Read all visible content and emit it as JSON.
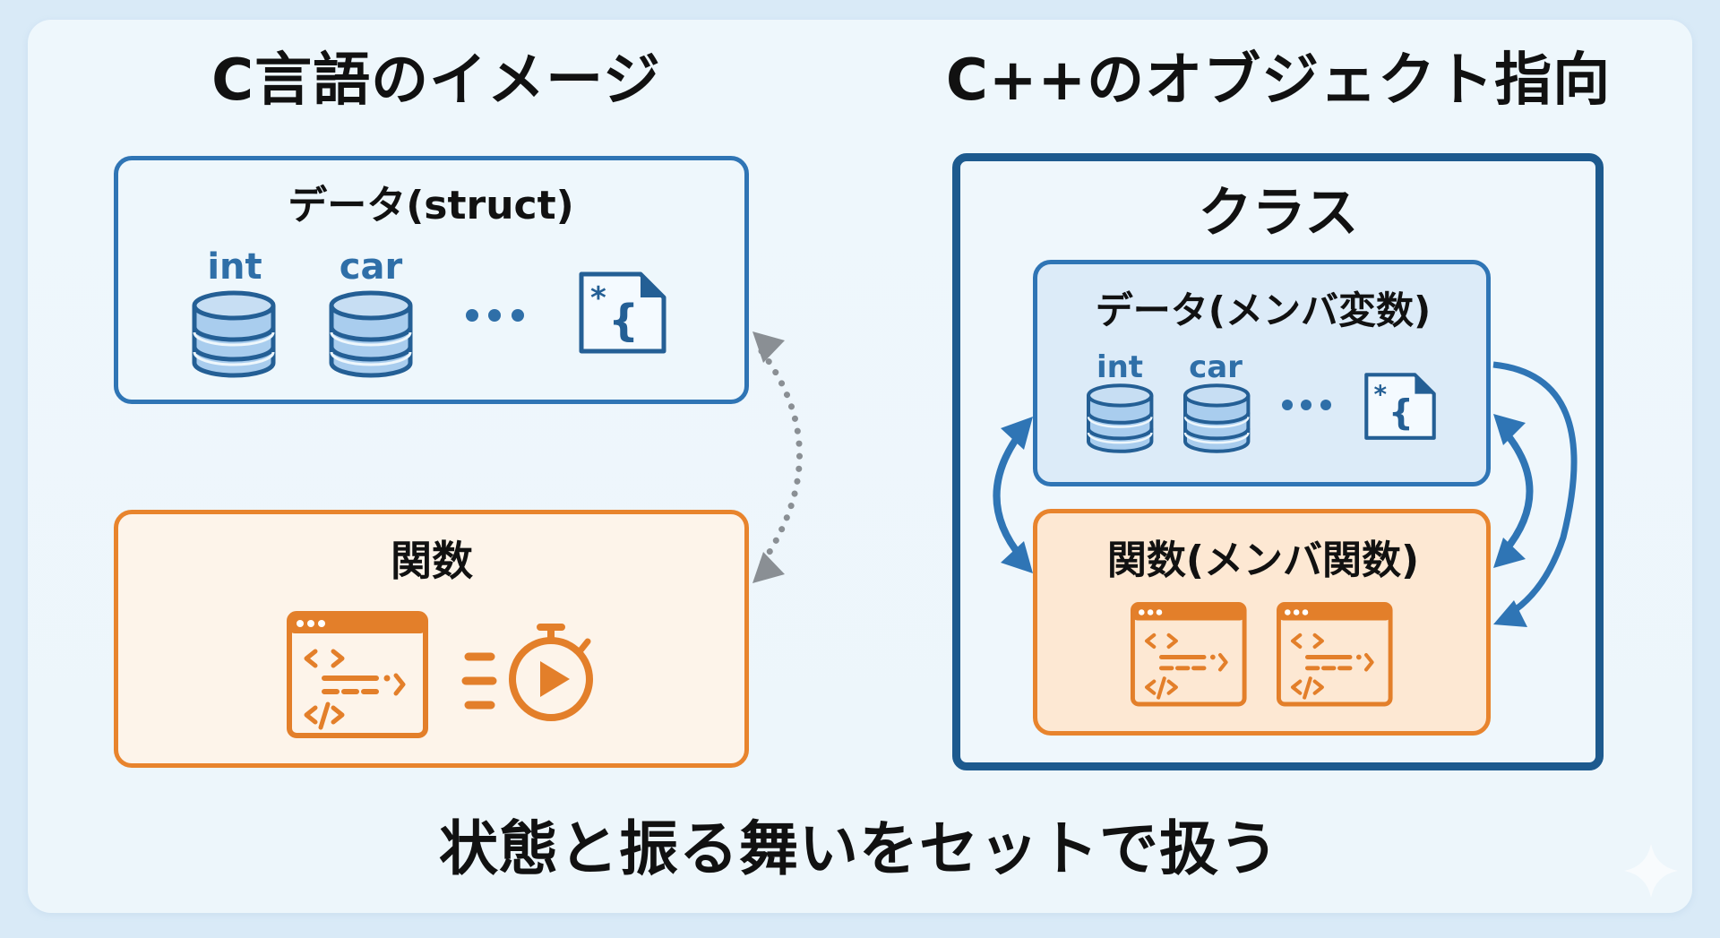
{
  "colors": {
    "data_blue": "#2f75b5",
    "class_navy": "#1d5a8e",
    "func_orange": "#e8842d",
    "connector_gray": "#8a8f94",
    "background": "#d9eaf7",
    "card": "#eef7fc"
  },
  "left": {
    "title": "C言語のイメージ",
    "data_box": {
      "title": "データ(struct)",
      "items": [
        {
          "label": "int",
          "icon": "database-icon"
        },
        {
          "label": "car",
          "icon": "database-icon"
        }
      ],
      "ellipsis": "•••",
      "file_icon_glyph": "*{"
    },
    "func_box": {
      "title": "関数",
      "icons": [
        "code-window-icon",
        "stopwatch-play-icon"
      ]
    },
    "connector": "dotted-double-arrow"
  },
  "right": {
    "title": "C++のオブジェクト指向",
    "class_box": {
      "title": "クラス",
      "data_box": {
        "title": "データ(メンバ変数)",
        "items": [
          {
            "label": "int",
            "icon": "database-icon"
          },
          {
            "label": "car",
            "icon": "database-icon"
          }
        ],
        "ellipsis": "•••",
        "file_icon_glyph": "*{"
      },
      "func_box": {
        "title": "関数(メンバ関数)",
        "icons": [
          "code-window-icon",
          "code-window-icon"
        ]
      }
    },
    "connectors": [
      "double-arrow-left",
      "double-arrow-right",
      "arrow-outer-right"
    ]
  },
  "footer": {
    "caption": "状態と振る舞いをセットで扱う"
  }
}
